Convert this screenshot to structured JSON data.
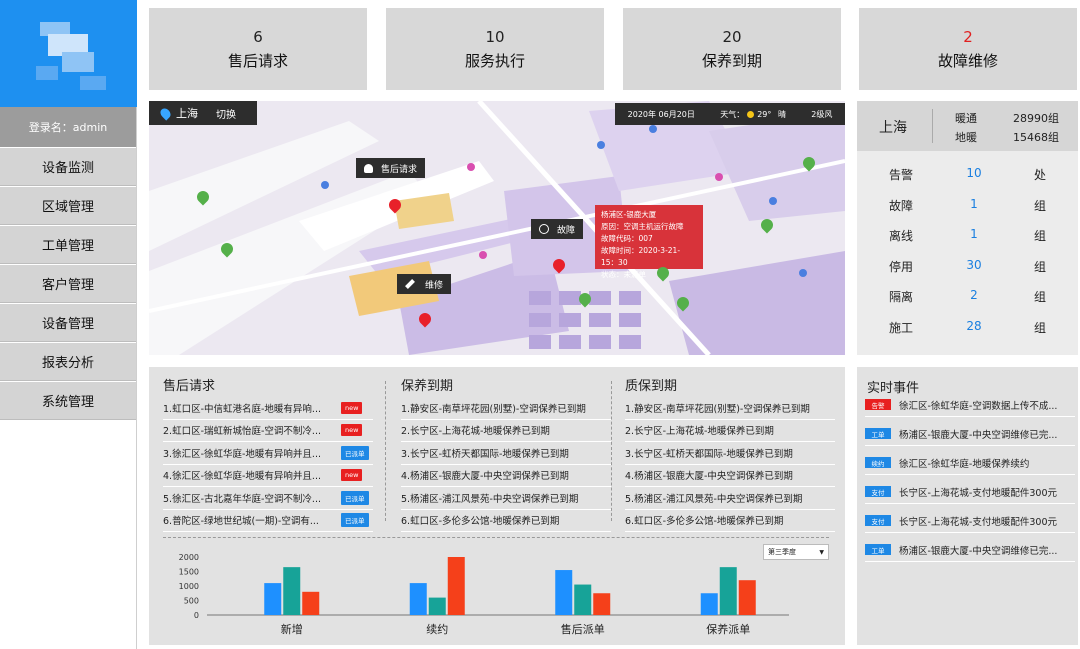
{
  "sidebar": {
    "login": "登录名：admin",
    "items": [
      {
        "label": "设备监测"
      },
      {
        "label": "区域管理"
      },
      {
        "label": "工单管理"
      },
      {
        "label": "客户管理"
      },
      {
        "label": "设备管理"
      },
      {
        "label": "报表分析"
      },
      {
        "label": "系统管理"
      }
    ]
  },
  "stats": [
    {
      "num": "6",
      "label": "售后请求"
    },
    {
      "num": "10",
      "label": "服务执行"
    },
    {
      "num": "20",
      "label": "保养到期"
    },
    {
      "num": "2",
      "label": "故障维修",
      "color": "#e02020"
    }
  ],
  "map": {
    "city": "上海",
    "switch": "切换",
    "date": "2020年 06月20日",
    "weather": "天气：",
    "temp": "29°",
    "weather_desc": "晴",
    "wind": "2级风",
    "labels": {
      "request": "售后请求",
      "fault": "故障",
      "repair": "维修"
    },
    "callout": {
      "line1": "杨浦区-银鹿大厦",
      "line2": "原因：空调主机运行故障",
      "line3": "故障代码：007",
      "line4": "故障时间：2020-3-21-15：30",
      "line5": "状态：未派单"
    }
  },
  "region": {
    "city": "上海",
    "rows": [
      {
        "name": "暖通",
        "value": "28990组"
      },
      {
        "name": "地暖",
        "value": "15468组"
      }
    ],
    "stats": [
      {
        "k": "告警",
        "v": "10",
        "u": "处"
      },
      {
        "k": "故障",
        "v": "1",
        "u": "组"
      },
      {
        "k": "离线",
        "v": "1",
        "u": "组"
      },
      {
        "k": "停用",
        "v": "30",
        "u": "组"
      },
      {
        "k": "隔离",
        "v": "2",
        "u": "组"
      },
      {
        "k": "施工",
        "v": "28",
        "u": "组"
      }
    ]
  },
  "lists": {
    "requests": {
      "title": "售后请求",
      "rows": [
        {
          "text": "1.虹口区-中信虹港名庭-地暖有异响...",
          "tag": "new"
        },
        {
          "text": "2.虹口区-瑞虹新城怡庭-空调不制冷...",
          "tag": "new"
        },
        {
          "text": "3.徐汇区-徐虹华庭-地暖有异响并且...",
          "tag": "已派单"
        },
        {
          "text": "4.徐汇区-徐虹华庭-地暖有异响并且...",
          "tag": "new"
        },
        {
          "text": "5.徐汇区-古北嘉年华庭-空调不制冷...",
          "tag": "已派单"
        },
        {
          "text": "6.普陀区-绿地世纪城(一期)-空调有...",
          "tag": "已派单"
        }
      ]
    },
    "maintenance": {
      "title": "保养到期",
      "rows": [
        "1.静安区-南草坪花园(别墅)-空调保养已到期",
        "2.长宁区-上海花城-地暖保养已到期",
        "3.长宁区-虹桥天都国际-地暖保养已到期",
        "4.杨浦区-银鹿大厦-中央空调保养已到期",
        "5.杨浦区-浦江风景苑-中央空调保养已到期",
        "6.虹口区-多伦多公馆-地暖保养已到期"
      ]
    },
    "warranty": {
      "title": "质保到期",
      "rows": [
        "1.静安区-南草坪花园(别墅)-空调保养已到期",
        "2.长宁区-上海花城-地暖保养已到期",
        "3.长宁区-虹桥天都国际-地暖保养已到期",
        "4.杨浦区-银鹿大厦-中央空调保养已到期",
        "5.杨浦区-浦江风景苑-中央空调保养已到期",
        "6.虹口区-多伦多公馆-地暖保养已到期"
      ]
    }
  },
  "quarter_select": "第三季度",
  "chart_data": {
    "type": "bar",
    "categories": [
      "新增",
      "续约",
      "售后派单",
      "保养派单"
    ],
    "series": [
      {
        "values": [
          1100,
          1100,
          1550,
          750
        ],
        "color": "#1e90ff"
      },
      {
        "values": [
          1650,
          600,
          1050,
          1650
        ],
        "color": "#17a398"
      },
      {
        "values": [
          800,
          2000,
          750,
          1200
        ],
        "color": "#f5401a"
      }
    ],
    "yticks": [
      "2000",
      "1500",
      "1000",
      "500",
      "0"
    ],
    "ylim": [
      0,
      2000
    ],
    "title": "",
    "xlabel": "",
    "ylabel": ""
  },
  "events": {
    "title": "实时事件",
    "rows": [
      {
        "tag": "告警",
        "color": "#e82020",
        "text": "徐汇区-徐虹华庭-空调数据上传不成..."
      },
      {
        "tag": "工单",
        "color": "#1e88e5",
        "text": "杨浦区-银鹿大厦-中央空调维修已完..."
      },
      {
        "tag": "续约",
        "color": "#1e88e5",
        "text": "徐汇区-徐虹华庭-地暖保养续约"
      },
      {
        "tag": "支付",
        "color": "#1e88e5",
        "text": "长宁区-上海花城-支付地暖配件300元"
      },
      {
        "tag": "支付",
        "color": "#1e88e5",
        "text": "长宁区-上海花城-支付地暖配件300元"
      },
      {
        "tag": "工单",
        "color": "#1e88e5",
        "text": "杨浦区-银鹿大厦-中央空调维修已完..."
      }
    ]
  }
}
